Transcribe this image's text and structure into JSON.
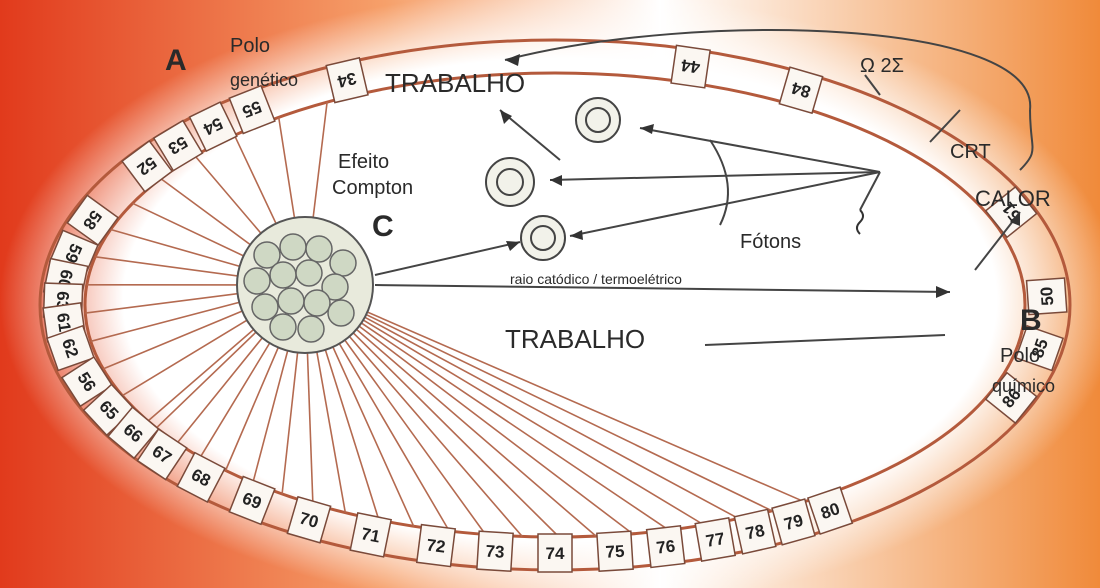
{
  "labels": {
    "pole_a_letter": "A",
    "pole_a_line1": "Polo",
    "pole_a_line2": "genético",
    "pole_b_letter": "B",
    "pole_b_line1": "Polo",
    "pole_b_line2": "químico",
    "center_letter": "C",
    "work_top": "TRABALHO",
    "work_bottom": "TRABALHO",
    "compton_line1": "Efeito",
    "compton_line2": "Compton",
    "photons": "Fótons",
    "heat": "CALOR",
    "crt": "CRT",
    "arrow_label": "raio catódico / termoelétrico",
    "ring_label": "Ω 2Σ"
  },
  "cells": {
    "cell_a_top": "34",
    "cell_left": [
      "58",
      "59",
      "60",
      "63",
      "61",
      "62",
      "56"
    ],
    "cell_bottom": [
      "65",
      "66",
      "67",
      "68",
      "69",
      "70",
      "71",
      "72",
      "73",
      "74",
      "75",
      "76",
      "77",
      "78",
      "79",
      "80"
    ],
    "cell_right": [
      "51",
      "50",
      "85",
      "86",
      "84"
    ],
    "cell_top_right": "44",
    "cell_upper_left": [
      "55",
      "54",
      "53",
      "52"
    ]
  },
  "colors": {
    "frame_left": "#e13a1c",
    "frame_right": "#f27a2a",
    "ring_stroke": "#b45a3c",
    "spoke": "#b46a50",
    "ink": "#333333",
    "highlight": "#e03c1e"
  }
}
